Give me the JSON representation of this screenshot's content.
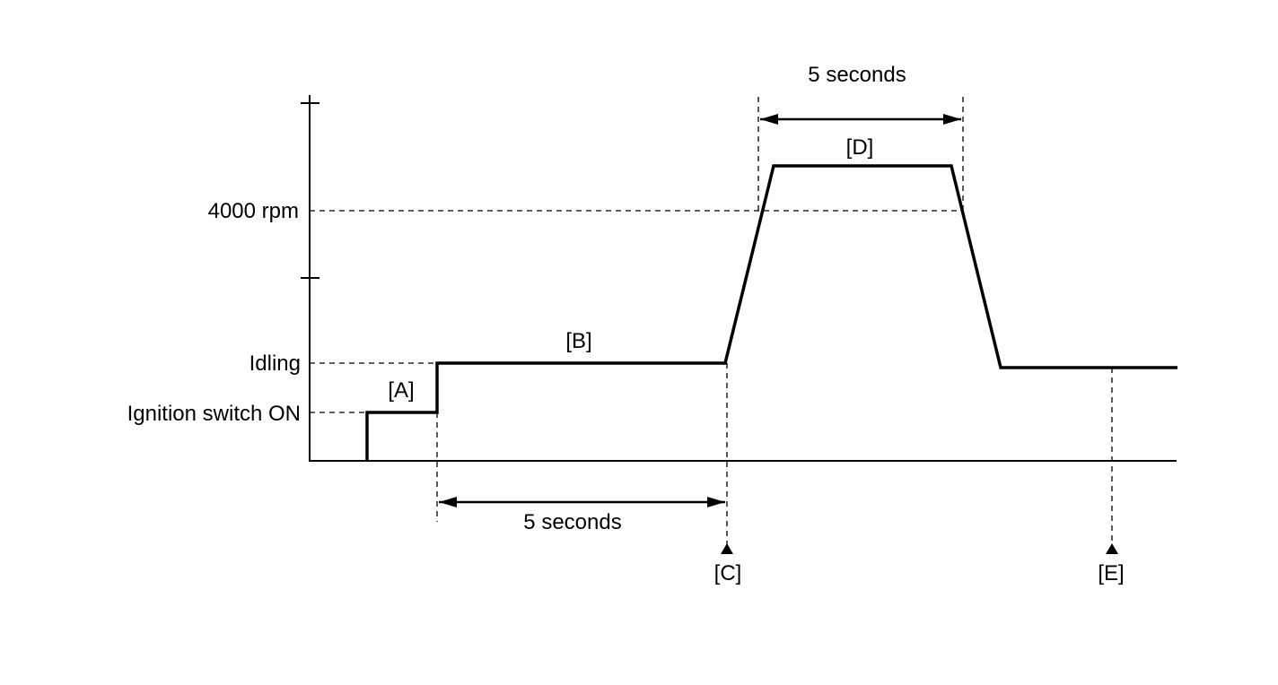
{
  "labels": {
    "rpm_4000": "4000 rpm",
    "idling": "Idling",
    "ignition_on": "Ignition switch ON",
    "seg_a": "[A]",
    "seg_b": "[B]",
    "seg_c": "[C]",
    "seg_d": "[D]",
    "seg_e": "[E]",
    "dim_bottom": "5 seconds",
    "dim_top": "5 seconds"
  },
  "colors": {
    "line": "#000000",
    "background": "#ffffff"
  }
}
